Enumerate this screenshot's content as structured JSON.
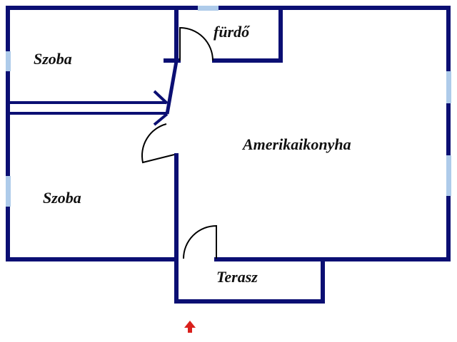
{
  "diagram": {
    "type": "floor-plan",
    "colors": {
      "wall": "#0b0f73",
      "window": "#aecbea",
      "door_swing": "#000000",
      "entrance_arrow": "#d9201c",
      "background": "#ffffff"
    },
    "rooms": [
      {
        "id": "szoba-1",
        "label": "Szoba"
      },
      {
        "id": "furdo",
        "label": "fürdő"
      },
      {
        "id": "amerikaikonyha",
        "label": "Amerikaikonyha"
      },
      {
        "id": "szoba-2",
        "label": "Szoba"
      },
      {
        "id": "terasz",
        "label": "Terasz"
      }
    ],
    "entrance_marker": "up-arrow-icon"
  }
}
